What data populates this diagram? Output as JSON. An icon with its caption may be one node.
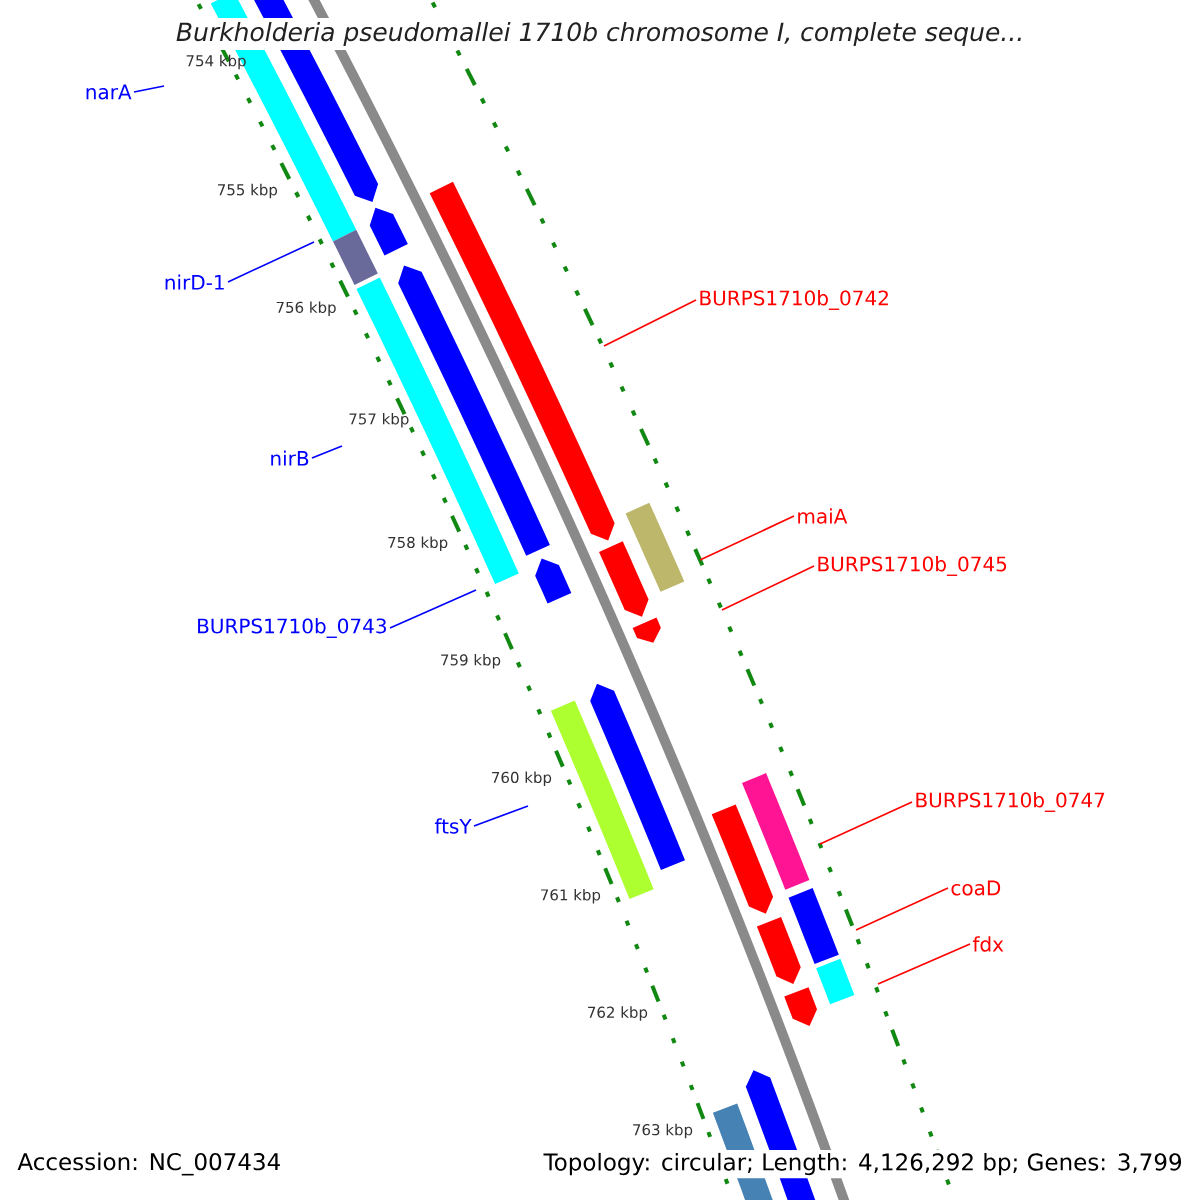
{
  "diagram": {
    "title": "*Burkholderia pseudomallei* 1710b chromosome I, complete seque...",
    "nodes": [
      {
        "text": [
          "narA"
        ]
      },
      {
        "text": [
          "nirD-1"
        ]
      },
      {
        "text": [
          "BURPS1710b_0742"
        ]
      },
      {
        "text": [
          "nirB"
        ]
      },
      {
        "text": [
          "maiA"
        ]
      },
      {
        "text": [
          "BURPS1710b_0745"
        ]
      },
      {
        "text": [
          "BURPS1710b_0743"
        ]
      },
      {
        "text": [
          "ftsY"
        ]
      },
      {
        "text": [
          "BURPS1710b_0747"
        ]
      },
      {
        "text": [
          "coaD"
        ]
      },
      {
        "text": [
          "fdx"
        ]
      }
    ],
    "edges": [
      {
        "from": 0,
        "to": null,
        "arrow": "none",
        "color": "#0000ff"
      },
      {
        "from": 1,
        "to": null,
        "arrow": "none",
        "color": "#0000ff"
      },
      {
        "from": 2,
        "to": null,
        "arrow": "none"
      },
      {
        "from": 3,
        "to": null,
        "arrow": "none",
        "color": "#0000ff"
      },
      {
        "from": 4,
        "to": null,
        "arrow": "none"
      },
      {
        "from": 5,
        "to": null,
        "arrow": "none"
      },
      {
        "from": 6,
        "to": null,
        "arrow": "none",
        "color": "#0000ff"
      },
      {
        "from": 7,
        "to": null,
        "arrow": "none",
        "color": "#0000ff"
      },
      {
        "from": 8,
        "to": null,
        "arrow": "none"
      },
      {
        "from": 9,
        "to": null,
        "arrow": "none"
      },
      {
        "from": 10,
        "to": null,
        "arrow": "none"
      }
    ],
    "labels": [
      "754 kbp",
      "755 kbp",
      "756 kbp",
      "757 kbp",
      "758 kbp",
      "759 kbp",
      "760 kbp",
      "761 kbp",
      "762 kbp",
      "763 kbp",
      "Accession: NC_007434",
      "Topology: circular; Length: 4,126,292 bp; Genes: 3,799"
    ]
  }
}
